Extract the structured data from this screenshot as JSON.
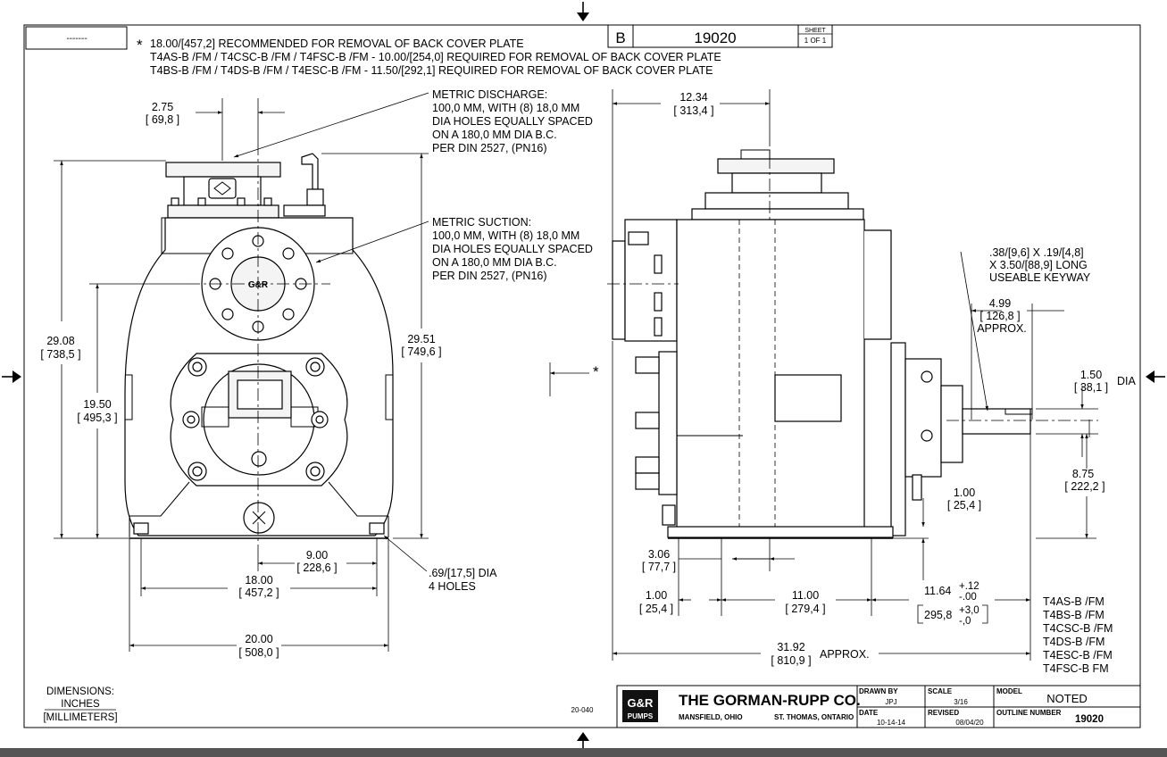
{
  "title_block": {
    "rev_letter": "B",
    "drawing_number": "19020",
    "sheet_label": "SHEET",
    "sheet_value": "1 OF 1",
    "company": "THE GORMAN-RUPP CO.",
    "city_left": "MANSFIELD, OHIO",
    "city_right": "ST. THOMAS, ONTARIO",
    "drawn_by_label": "DRAWN BY",
    "drawn_by_value": "JPJ",
    "scale_label": "SCALE",
    "scale_value": "3/16",
    "model_label": "MODEL",
    "model_value": "NOTED",
    "date_label": "DATE",
    "date_value": "10-14-14",
    "revised_label": "REVISED",
    "revised_value": "08/04/20",
    "outline_label": "OUTLINE NUMBER",
    "outline_value": "19020",
    "logo_text": "G&R",
    "logo_sub": "PUMPS"
  },
  "top_left_box": "-------",
  "doc_code": "20-040",
  "notes": {
    "star": "*",
    "line1": "18.00/[457,2] RECOMMENDED FOR REMOVAL OF BACK COVER PLATE",
    "line2": "T4AS-B /FM / T4CSC-B /FM / T4FSC-B /FM - 10.00/[254,0] REQUIRED FOR REMOVAL OF BACK COVER PLATE",
    "line3": "T4BS-B /FM / T4DS-B /FM / T4ESC-B /FM - 11.50/[292,1] REQUIRED FOR REMOVAL OF BACK COVER PLATE"
  },
  "discharge_note": [
    "METRIC DISCHARGE:",
    "100,0 MM, WITH (8) 18,0 MM",
    "DIA HOLES EQUALLY SPACED",
    "ON A 180,0 MM DIA B.C.",
    "PER DIN 2527, (PN16)"
  ],
  "suction_note": [
    "METRIC SUCTION:",
    "100,0 MM, WITH (8) 18,0 MM",
    "DIA HOLES EQUALLY SPACED",
    "ON A 180,0 MM DIA B.C.",
    "PER DIN 2527, (PN16)"
  ],
  "keyway_note": [
    ".38/[9,6] X .19/[4,8]",
    "X 3.50/[88,9] LONG",
    "USEABLE KEYWAY"
  ],
  "holes_note": [
    ".69/[17,5] DIA",
    "4 HOLES"
  ],
  "units_note": [
    "DIMENSIONS:",
    "INCHES",
    "[MILLIMETERS]"
  ],
  "models": [
    "T4AS-B /FM",
    "T4BS-B /FM",
    "T4CSC-B /FM",
    "T4DS-B /FM",
    "T4ESC-B /FM",
    "T4FSC-B FM"
  ],
  "dims": {
    "d275": "2.75",
    "d275m": "[ 69,8 ]",
    "d2908": "29.08",
    "d2908m": "[ 738,5 ]",
    "d1950": "19.50",
    "d1950m": "[ 495,3 ]",
    "d2951": "29.51",
    "d2951m": "[ 749,6 ]",
    "d900": "9.00",
    "d900m": "[ 228,6 ]",
    "d1800": "18.00",
    "d1800m": "[ 457,2 ]",
    "d2000": "20.00",
    "d2000m": "[ 508,0 ]",
    "d1234": "12.34",
    "d1234m": "[ 313,4 ]",
    "d499": "4.99",
    "d499m": "[ 126,8 ]",
    "approx": "APPROX.",
    "d150": "1.50",
    "d150m": "[ 38,1 ]",
    "dia": "DIA",
    "d875": "8.75",
    "d875m": "[ 222,2 ]",
    "d100a": "1.00",
    "d100am": "[ 25,4 ]",
    "d306": "3.06",
    "d306m": "[ 77,7 ]",
    "d100b": "1.00",
    "d100bm": "[ 25,4 ]",
    "d1100": "11.00",
    "d1100m": "[ 279,4 ]",
    "d1164": "11.64",
    "tol_in_plus": "+.12",
    "tol_in_minus": "-.00",
    "d2958": "295,8",
    "tol_mm_plus": "+3,0",
    "tol_mm_minus": "-,0",
    "d3192": "31.92",
    "d3192m": "[ 810,9 ]",
    "approx2": "APPROX."
  }
}
